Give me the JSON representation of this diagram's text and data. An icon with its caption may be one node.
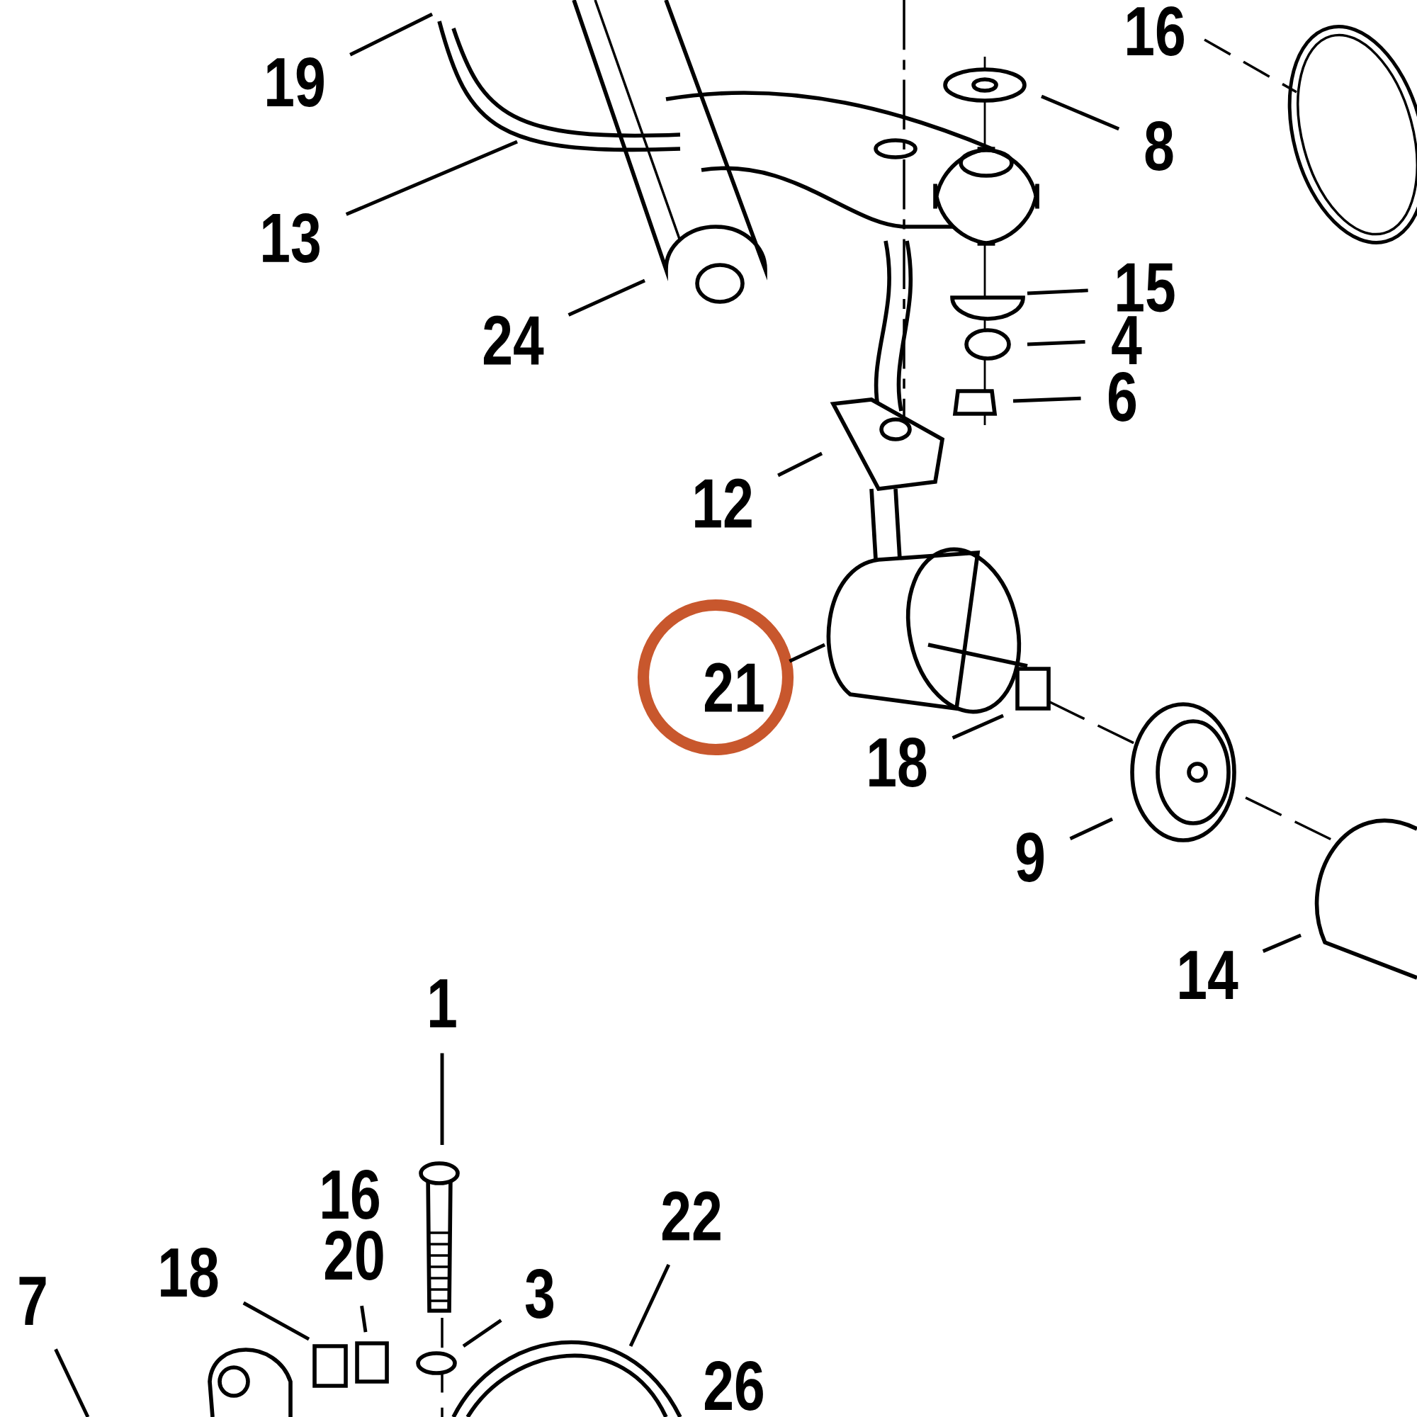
{
  "diagram": {
    "nodes": [
      {
        "text": [
          "19"
        ]
      },
      {
        "text": [
          "8"
        ]
      },
      {
        "text": [
          "13"
        ]
      },
      {
        "text": [
          "15"
        ]
      },
      {
        "text": [
          "24"
        ]
      },
      {
        "text": [
          "4"
        ]
      },
      {
        "text": [
          "6"
        ]
      },
      {
        "text": [
          "12"
        ]
      },
      {
        "text": [
          "21"
        ]
      },
      {
        "text": [
          "18"
        ]
      },
      {
        "text": [
          "9"
        ]
      },
      {
        "text": [
          "14"
        ]
      },
      {
        "text": [
          "1"
        ]
      },
      {
        "text": [
          "22"
        ]
      },
      {
        "text": [
          "20"
        ]
      },
      {
        "text": [
          "18"
        ]
      },
      {
        "text": [
          "7"
        ]
      },
      {
        "text": [
          "3"
        ]
      }
    ],
    "edges": [
      {
        "from": 0,
        "to": null,
        "arrow": "none"
      },
      {
        "from": 1,
        "to": null,
        "arrow": "none"
      },
      {
        "from": 2,
        "to": null,
        "arrow": "none"
      },
      {
        "from": 3,
        "to": null,
        "arrow": "none"
      },
      {
        "from": 4,
        "to": null,
        "arrow": "none"
      },
      {
        "from": 5,
        "to": null,
        "arrow": "none"
      },
      {
        "from": 6,
        "to": null,
        "arrow": "none"
      },
      {
        "from": 7,
        "to": null,
        "arrow": "none"
      },
      {
        "from": 8,
        "to": null,
        "arrow": "none"
      },
      {
        "from": 9,
        "to": null,
        "arrow": "none"
      },
      {
        "from": 10,
        "to": null,
        "arrow": "none"
      },
      {
        "from": 11,
        "to": null,
        "arrow": "none"
      },
      {
        "from": 12,
        "to": null,
        "arrow": "none"
      },
      {
        "from": 13,
        "to": null,
        "arrow": "none"
      },
      {
        "from": 14,
        "to": null,
        "arrow": "none"
      },
      {
        "from": 15,
        "to": null,
        "arrow": "none"
      },
      {
        "from": 16,
        "to": null,
        "arrow": "none"
      },
      {
        "from": 17,
        "to": null,
        "arrow": "none"
      }
    ],
    "labels": [
      "16",
      "16",
      "26"
    ]
  }
}
